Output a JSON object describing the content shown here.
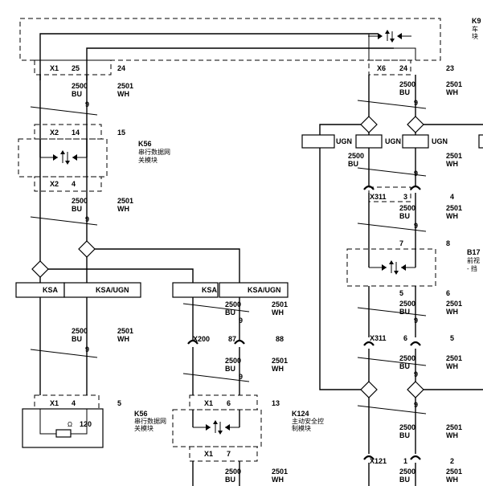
{
  "modules": {
    "k9_code": "K9",
    "k9_name_1": "车",
    "k9_name_2": "块",
    "k56_top_code": "K56",
    "k56_top_name_1": "串行数据网",
    "k56_top_name_2": "关模块",
    "k56_bot_code": "K56",
    "k56_bot_name_1": "串行数据网",
    "k56_bot_name_2": "关模块",
    "k124_code": "K124",
    "k124_name_1": "主动安全控",
    "k124_name_2": "制模块",
    "b174_code": "B17",
    "b174_name_1": "前视",
    "b174_name_2": "- 挡"
  },
  "connectors": {
    "x1_top": "X1",
    "x1_top_p1": "25",
    "x1_top_p2": "24",
    "x6": "X6",
    "x6_p1": "24",
    "x6_p2": "23",
    "x2_a": "X2",
    "x2_a_pin": "14",
    "x2_a_pin2": "15",
    "x2_b": "X2",
    "x2_b_pin": "4",
    "x1_mid": "X1",
    "x1_mid_pin": "4",
    "x1_mid_pin2": "5",
    "x1_mid_term": "120",
    "ohm": "Ω",
    "x200": "X200",
    "x200_p1": "87",
    "x200_p2": "88",
    "x1_k124_a": "X1",
    "x1_k124_a_pin": "6",
    "x1_k124_a_pin2": "13",
    "x1_k124_b": "X1",
    "x1_k124_b_pin": "7",
    "x311_a": "X311",
    "x311_a_p1": "3",
    "x311_a_p2": "4",
    "b174_p1": "7",
    "b174_p2": "8",
    "b174_p3": "5",
    "b174_p4": "6",
    "x311_b": "X311",
    "x311_b_p1": "6",
    "x311_b_p2": "5",
    "x121": "X121",
    "x121_p1": "1",
    "x121_p2": "2"
  },
  "wires": {
    "c1": "2500",
    "c2": "2501",
    "bu": "BU",
    "wh": "WH",
    "twist": "9"
  },
  "splices": {
    "ksa": "KSA",
    "ksa_ugn": "KSA/UGN",
    "ugn": "UGN"
  }
}
